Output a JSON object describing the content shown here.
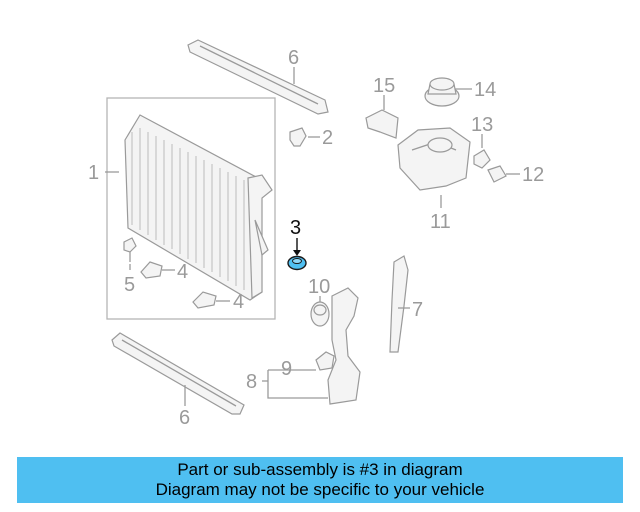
{
  "callouts": {
    "n1": "1",
    "n2": "2",
    "n3": "3",
    "n4a": "4",
    "n4b": "4",
    "n5": "5",
    "n6a": "6",
    "n6b": "6",
    "n7": "7",
    "n8": "8",
    "n9": "9",
    "n10": "10",
    "n11": "11",
    "n12": "12",
    "n13": "13",
    "n14": "14",
    "n15": "15"
  },
  "highlight_color": "#4fbff1",
  "banner": {
    "line1": "Part or sub-assembly is #3 in diagram",
    "line2": "Diagram may not be specific to your vehicle"
  }
}
